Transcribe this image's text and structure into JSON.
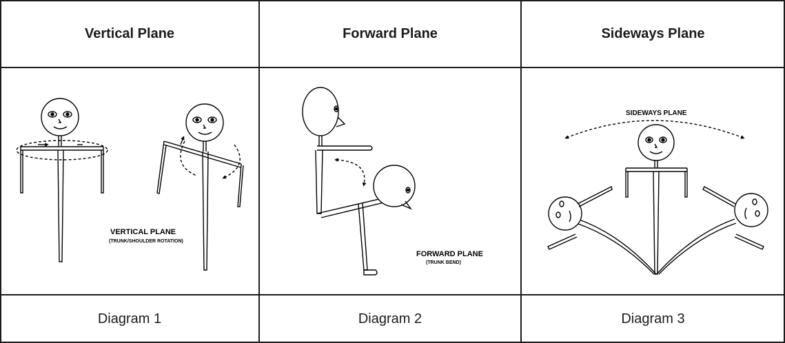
{
  "columns": [
    {
      "header": "Vertical Plane",
      "footer": "Diagram 1",
      "caption_main": "VERTICAL PLANE",
      "caption_sub": "(TRUNK/SHOULDER ROTATION)"
    },
    {
      "header": "Forward Plane",
      "footer": "Diagram 2",
      "caption_main": "FORWARD PLANE",
      "caption_sub": "(TRUNK BEND)"
    },
    {
      "header": "Sideways Plane",
      "footer": "Diagram 3",
      "caption_main": "SIDEWAYS PLANE"
    }
  ],
  "colors": {
    "line": "#000000",
    "grid": "#1a1a1a"
  },
  "icons": [
    "stick-figure",
    "dashed-arrow"
  ]
}
